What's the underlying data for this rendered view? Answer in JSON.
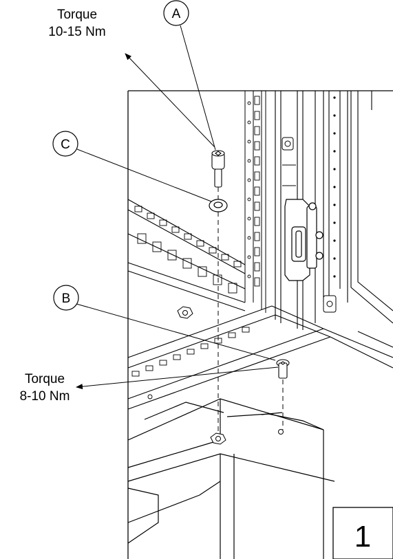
{
  "callouts": {
    "a": "A",
    "b": "B",
    "c": "C"
  },
  "torque_top": {
    "line1": "Torque",
    "line2": "10-15 Nm"
  },
  "torque_bottom": {
    "line1": "Torque",
    "line2": "8-10 Nm"
  },
  "step_number": "1",
  "colors": {
    "line": "#000000",
    "background": "#ffffff"
  }
}
